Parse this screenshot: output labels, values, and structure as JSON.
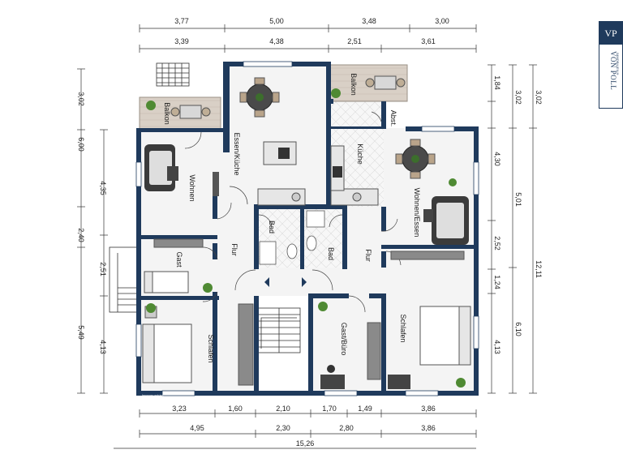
{
  "dimensions": {
    "top_row_1": [
      "3,77",
      "5,00",
      "3,48",
      "3,00"
    ],
    "top_row_2": [
      "3,39",
      "4,38",
      "2,51",
      "3,61"
    ],
    "bottom_row_1": [
      "3,23",
      "1,60",
      "2,10",
      "1,70",
      "1,49",
      "3,86"
    ],
    "bottom_row_2": [
      "4,95",
      "2,30",
      "2,80",
      "3,86"
    ],
    "bottom_total": "15,26",
    "left_outer": [
      "3,02",
      "6,00",
      "2,40",
      "5,49"
    ],
    "left_inner": [
      "4,35",
      "2,51",
      "4,13"
    ],
    "right_inner": [
      "1,84",
      "4,30",
      "2,52",
      "1,24",
      "4,13"
    ],
    "right_mid": [
      "3,02",
      "5,01",
      "6,10"
    ],
    "right_outer": [
      "3,02",
      "12,11"
    ]
  },
  "rooms": {
    "balkon_left": "Balkon",
    "balkon_right": "Balkon",
    "essen_kueche": "Essen/Küche",
    "kueche": "Küche",
    "abst": "Abst.",
    "wohnen": "Wohnen",
    "wohnen_essen": "Wohnen/Essen",
    "bad_left": "Bad",
    "bad_right": "Bad",
    "flur_left": "Flur",
    "flur_right": "Flur",
    "gast": "Gast",
    "schlafen_left": "Schlafen",
    "schlafen_right": "Schlafen",
    "gast_buero": "Gast/Büro"
  },
  "footer": {
    "credit": "Immogrundriss"
  },
  "logo": {
    "monogram": "VP",
    "brand": "VON POLL",
    "sub": "IMMOBILIEN®"
  },
  "colors": {
    "wall": "#1f3a5c",
    "floor": "#f3f3f3",
    "balcony": "#d7cec3",
    "plant": "#5a8a3a"
  }
}
